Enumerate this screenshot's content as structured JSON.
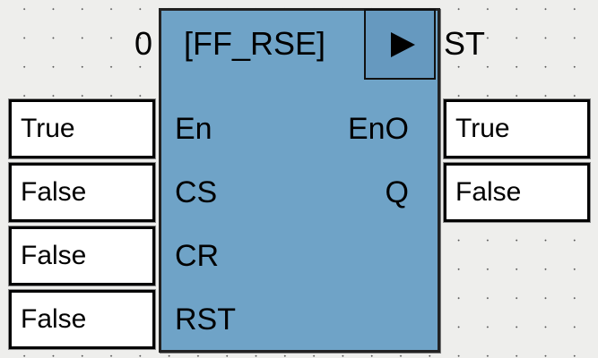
{
  "function_block": {
    "instance_value": "0",
    "type_name": "[FF_RSE]",
    "output_variable": "ST",
    "run_icon": "play-triangle-icon",
    "colors": {
      "block_fill": "#6fa3c7",
      "run_button_fill": "#6699bf",
      "border": "#222222",
      "canvas": "#eeeeec"
    },
    "inputs": [
      {
        "pin": "En",
        "value": "True"
      },
      {
        "pin": "CS",
        "value": "False"
      },
      {
        "pin": "CR",
        "value": "False"
      },
      {
        "pin": "RST",
        "value": "False"
      }
    ],
    "outputs": [
      {
        "pin": "EnO",
        "value": "True"
      },
      {
        "pin": "Q",
        "value": "False"
      }
    ]
  }
}
